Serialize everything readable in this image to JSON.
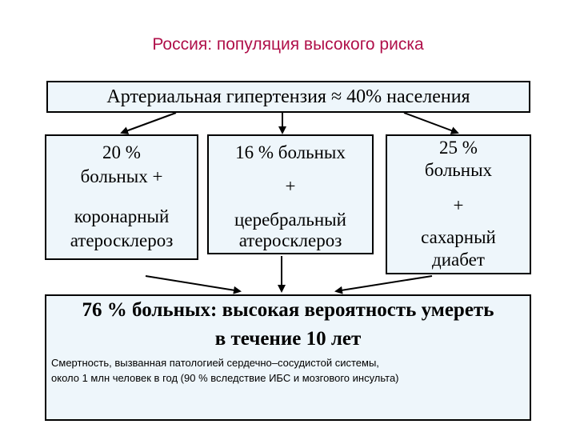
{
  "title": "Россия: популяция высокого риска",
  "top_box": "Артериальная гипертензия ≈ 40% населения",
  "boxes": [
    {
      "line1": "20 %",
      "line2": "больных +",
      "line3": "коронарный",
      "line4": "атеросклероз"
    },
    {
      "line1": "16 % больных",
      "plus": "+",
      "line3": "церебральный",
      "line4": "атеросклероз"
    },
    {
      "line1": "25 %",
      "line2": "больных",
      "plus": "+",
      "line3": "сахарный",
      "line4": "диабет"
    }
  ],
  "bottom": {
    "line1": "76 % больных: высокая вероятность умереть",
    "line2": "в течение 10 лет",
    "note1": "Смертность, вызванная патологией сердечно–сосудистой системы,",
    "note2": "около 1 млн человек в год (90 % вследствие ИБС и мозгового инсульта)"
  },
  "colors": {
    "title": "#b0104a",
    "box_fill": "#eef6fb",
    "border": "#000000"
  }
}
